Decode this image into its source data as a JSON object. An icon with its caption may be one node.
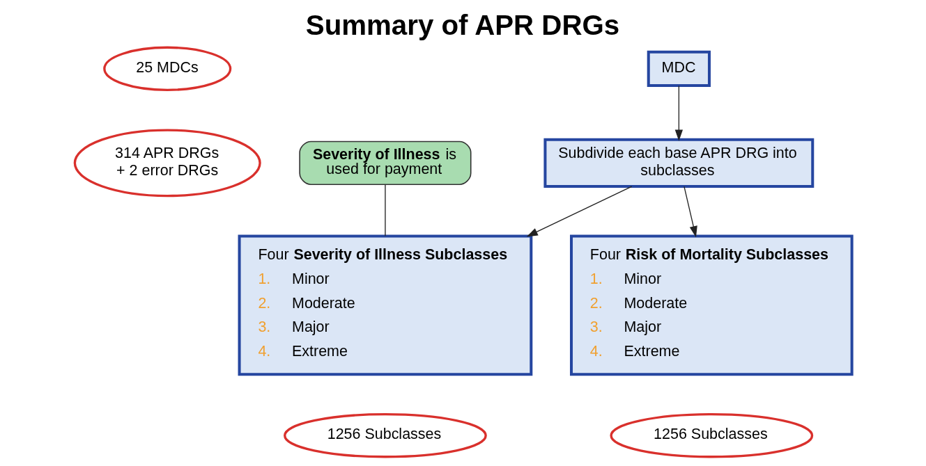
{
  "diagram": {
    "title": "Summary of APR DRGs",
    "nodes": [
      {
        "text": [
          "25 MDCs"
        ]
      },
      {
        "text": [
          "MDC"
        ]
      },
      {
        "text": [
          "Subdivide each base APR DRG into subclasses"
        ]
      },
      {
        "text": [
          "314 APR DRGs + 2 error DRGs"
        ]
      },
      {
        "text": [
          "**Severity of Illness** is used for payment"
        ]
      },
      {
        "text": [
          "Four **Severity of Illness Subclasses**",
          "1. Minor",
          "2. Moderate",
          "3. Major",
          "4. Extreme"
        ]
      },
      {
        "text": [
          "Four **Risk of Mortality Subclasses**",
          "1. Minor",
          "2. Moderate",
          "3. Major",
          "4. Extreme"
        ]
      },
      {
        "text": [
          "1256 Subclasses"
        ]
      },
      {
        "text": [
          "1256 Subclasses"
        ]
      }
    ],
    "edges": [
      {
        "from": 1,
        "to": 2,
        "arrow": "to"
      },
      {
        "from": 2,
        "to": 5,
        "arrow": "to"
      },
      {
        "from": 2,
        "to": 6,
        "arrow": "to"
      },
      {
        "from": 4,
        "to": 5,
        "arrow": "none"
      }
    ]
  }
}
